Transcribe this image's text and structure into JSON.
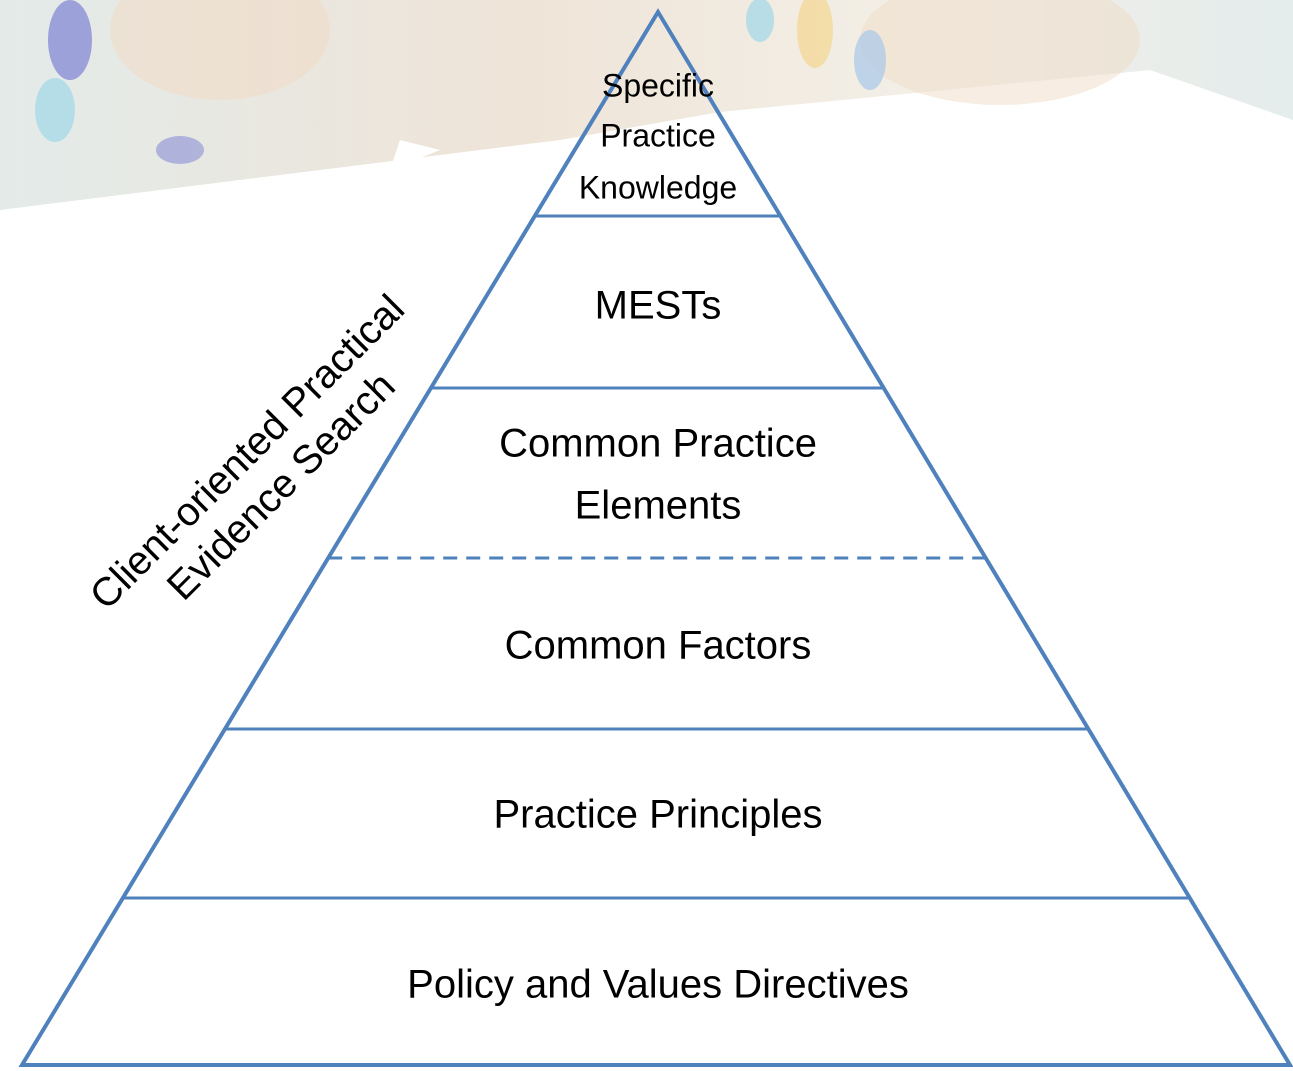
{
  "diagram": {
    "type": "pyramid",
    "line_color": "#4f81bd",
    "side_label": [
      "Client-oriented Practical",
      "Evidence Search"
    ],
    "levels": [
      {
        "lines": [
          "Specific",
          "Practice",
          "Knowledge"
        ],
        "divider_below": "solid"
      },
      {
        "lines": [
          "MESTs"
        ],
        "divider_below": "solid"
      },
      {
        "lines": [
          "Common Practice",
          "Elements"
        ],
        "divider_below": "dashed"
      },
      {
        "lines": [
          "Common Factors"
        ],
        "divider_below": "solid"
      },
      {
        "lines": [
          "Practice Principles"
        ],
        "divider_below": "solid"
      },
      {
        "lines": [
          "Policy and Values Directives"
        ],
        "divider_below": "base"
      }
    ]
  },
  "background": {
    "photo_tint": "#e6ecec",
    "skin_tone": "#f0dcc8",
    "paint_colors": [
      "#8b8fd6",
      "#9fd7e8",
      "#f3d58e",
      "#a7c8ea"
    ]
  }
}
